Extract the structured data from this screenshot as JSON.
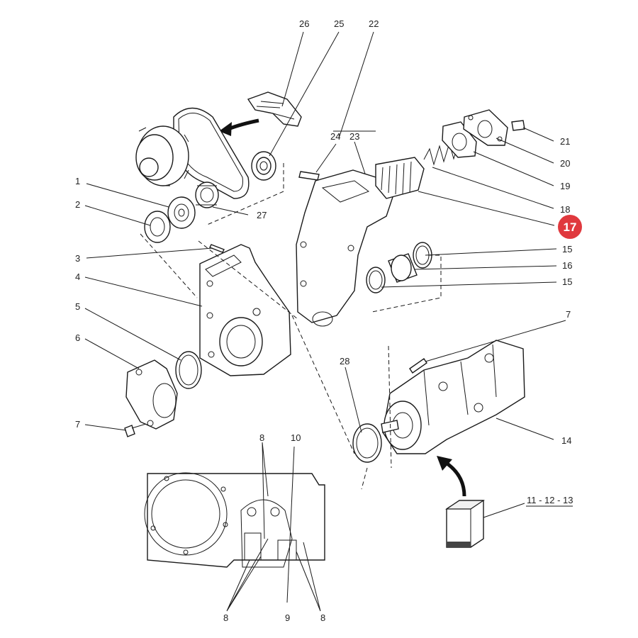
{
  "callouts": {
    "c1": "1",
    "c2": "2",
    "c3": "3",
    "c4": "4",
    "c5": "5",
    "c6": "6",
    "c7a": "7",
    "c7b": "7",
    "c8a": "8",
    "c8b": "8",
    "c8c": "8",
    "c9": "9",
    "c10": "10",
    "c11_13": "11 - 12 - 13",
    "c14": "14",
    "c15a": "15",
    "c15b": "15",
    "c16": "16",
    "c18": "18",
    "c19": "19",
    "c20": "20",
    "c21": "21",
    "c22": "22",
    "c23": "23",
    "c24": "24",
    "c25": "25",
    "c26": "26",
    "c27": "27",
    "c28": "28"
  },
  "highlight": {
    "label": "17",
    "color": "#e0393e"
  }
}
